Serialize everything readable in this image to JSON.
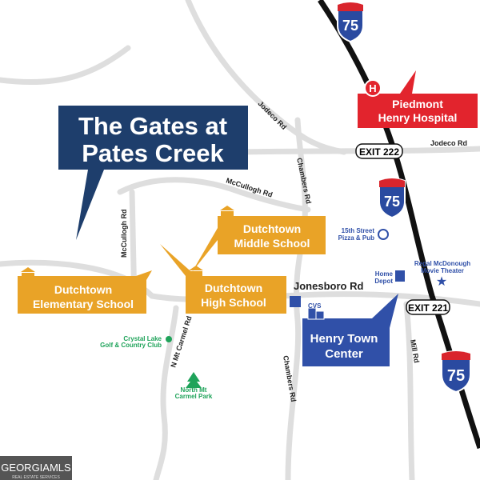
{
  "title": {
    "line1": "The Gates at",
    "line2": "Pates Creek"
  },
  "hospital": {
    "line1": "Piedmont",
    "line2": "Henry Hospital",
    "icon": "H"
  },
  "schools": {
    "middle": {
      "line1": "Dutchtown",
      "line2": "Middle School"
    },
    "elementary": {
      "line1": "Dutchtown",
      "line2": "Elementary School"
    },
    "high": {
      "line1": "Dutchtown",
      "line2": "High School"
    }
  },
  "henry_town": {
    "line1": "Henry Town",
    "line2": "Center"
  },
  "roads": {
    "jodeco_diag": "Jodeco Rd",
    "jodeco": "Jodeco Rd",
    "mccullogh": "McCullogh Rd",
    "mccullogh_v": "McCullogh Rd",
    "chambers_top": "Chambers Rd",
    "chambers_bottom": "Chambers Rd",
    "jonesboro": "Jonesboro Rd",
    "n_mt_carmel": "N Mt Carmel Rd",
    "mill": "Mill Rd"
  },
  "exits": {
    "exit222": "EXIT 222",
    "exit221": "EXIT 221"
  },
  "interstate": "75",
  "pois": {
    "pizza": {
      "line1": "15th Street",
      "line2": "Pizza & Pub"
    },
    "home_depot": {
      "line1": "Home",
      "line2": "Depot"
    },
    "cvs": "CVS",
    "regal": {
      "line1": "Regal McDonough",
      "line2": "Movie Theater"
    },
    "golf": {
      "line1": "Crystal Lake",
      "line2": "Golf & Country Club"
    },
    "park": {
      "line1": "North Mt",
      "line2": "Carmel Park"
    }
  },
  "logo": {
    "main": "GEORGIAMLS",
    "sub": "REAL ESTATE SERVICES"
  },
  "colors": {
    "navy": "#1e3e6c",
    "gold": "#e9a327",
    "red": "#e2242d",
    "blue": "#3050a8",
    "green": "#1fa35a",
    "interstate": "#111111"
  }
}
